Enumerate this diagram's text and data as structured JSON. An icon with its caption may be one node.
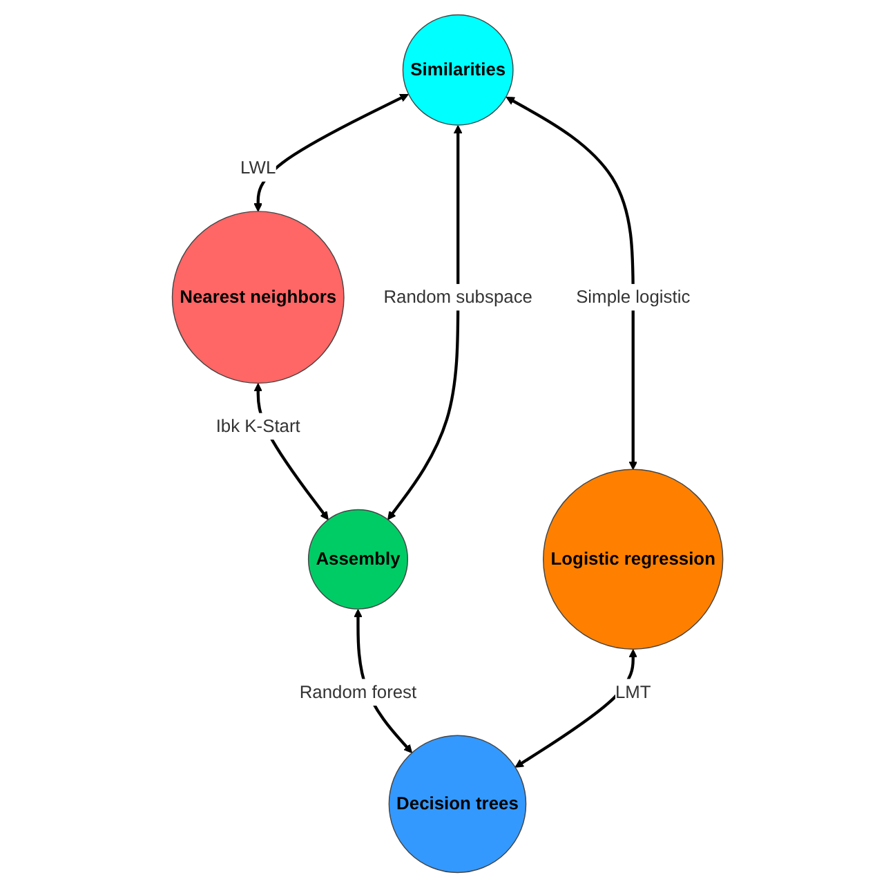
{
  "diagram": {
    "nodes": [
      {
        "text": [
          "Nearest neighbors"
        ]
      },
      {
        "text": [
          "Assembly"
        ]
      },
      {
        "text": [
          "Decision trees"
        ]
      },
      {
        "text": [
          "Logistic regression"
        ]
      },
      {
        "text": [
          "Similarities"
        ]
      }
    ],
    "edges": [
      {
        "from": 4,
        "to": 0,
        "arrow": "both",
        "label": "LWL"
      },
      {
        "from": 0,
        "to": 1,
        "arrow": "both",
        "label": "Ibk K-Start"
      },
      {
        "from": 4,
        "to": 1,
        "arrow": "both",
        "label": "Random subspace"
      },
      {
        "from": 1,
        "to": 2,
        "arrow": "both",
        "label": "Random forest"
      },
      {
        "from": 4,
        "to": 3,
        "arrow": "both",
        "label": "Simple logistic"
      },
      {
        "from": 3,
        "to": 2,
        "arrow": "both",
        "label": "LMT"
      }
    ]
  }
}
